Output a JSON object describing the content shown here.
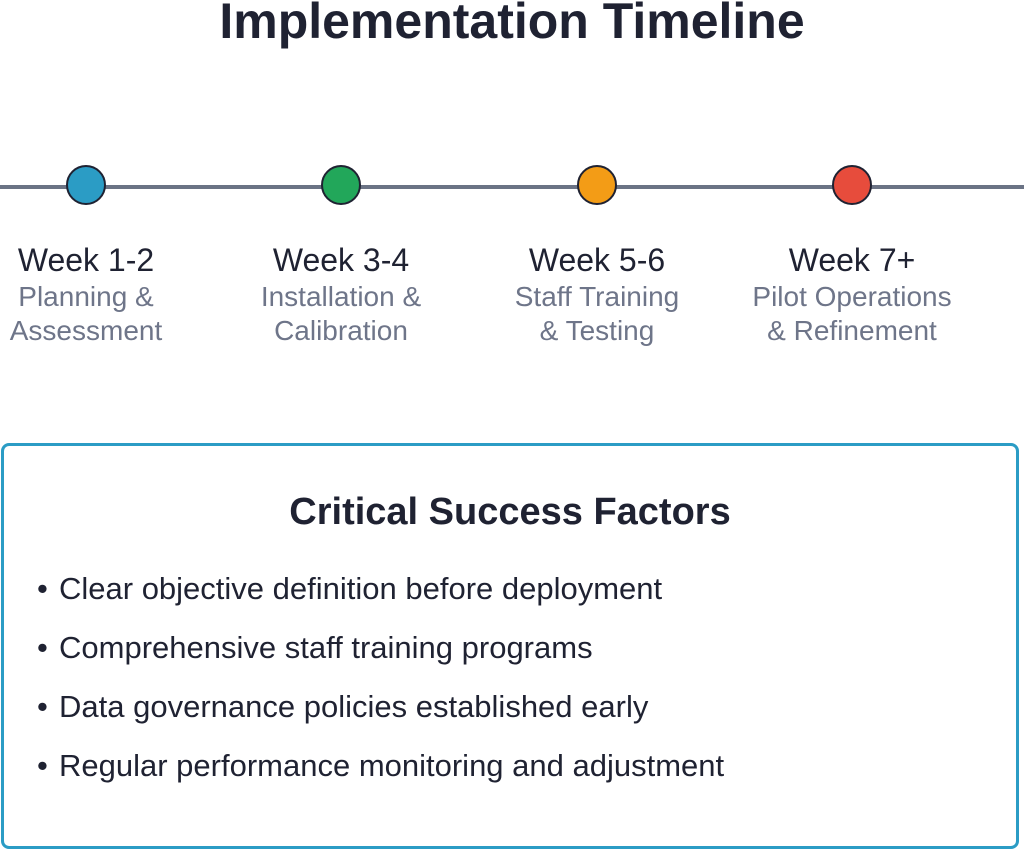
{
  "title": "Implementation Timeline",
  "milestones": [
    {
      "week": "Week 1-2",
      "desc": "Planning &\nAssessment",
      "color": "#2b9cc5"
    },
    {
      "week": "Week 3-4",
      "desc": "Installation &\nCalibration",
      "color": "#22a75a"
    },
    {
      "week": "Week 5-6",
      "desc": "Staff Training\n& Testing",
      "color": "#f39c16"
    },
    {
      "week": "Week 7+",
      "desc": "Pilot Operations\n& Refinement",
      "color": "#e74c3c"
    }
  ],
  "factors": {
    "title": "Critical Success Factors",
    "items": [
      "Clear objective definition before deployment",
      "Comprehensive staff training programs",
      "Data governance policies established early",
      "Regular performance monitoring and adjustment"
    ]
  },
  "colors": {
    "line": "#6b7385",
    "box_border": "#2b9cc5"
  }
}
